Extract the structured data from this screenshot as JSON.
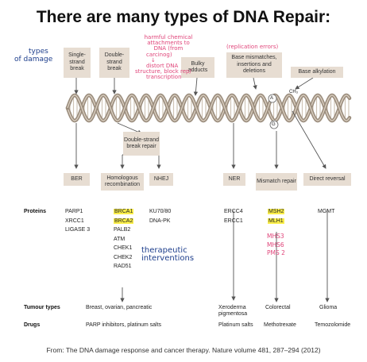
{
  "title": "There are many types of DNA Repair:",
  "damage_types": {
    "single_strand": "Single-strand break",
    "double_strand": "Double-strand break",
    "bulky": "Bulky adducts",
    "mismatches": "Base mismatches, insertions and deletions",
    "alkylation": "Base alkylation",
    "ch3": "CH₃",
    "base_a": "A",
    "base_g": "G"
  },
  "dsb_repair_box": "Double-strand break repair",
  "pathways": {
    "ber": "BER",
    "hr": "Homologous recombination",
    "nhej": "NHEJ",
    "ner": "NER",
    "mmr": "Mismatch repair",
    "dr": "Direct reversal"
  },
  "row_labels": {
    "proteins": "Proteins",
    "tumours": "Tumour types",
    "drugs": "Drugs"
  },
  "proteins": {
    "ber": [
      "PARP1",
      "XRCC1",
      "LIGASE 3"
    ],
    "hr": [
      "BRCA1",
      "BRCA2",
      "PALB2",
      "ATM",
      "CHEK1",
      "CHEK2",
      "RAD51"
    ],
    "nhej": [
      "KU70/80",
      "DNA-PK"
    ],
    "ner": [
      "ERCC4",
      "ERCC1"
    ],
    "mmr": [
      "MSH2",
      "MLH1"
    ],
    "dr": [
      "MGMT"
    ]
  },
  "tumours": {
    "hr": "Breast, ovarian, pancreatic",
    "ner": "Xeroderma pigmentosa",
    "mmr": "Colorectal",
    "dr": "Glioma"
  },
  "drugs": {
    "hr": "PARP inhibitors, platinum salts",
    "ner": "Platinum salts",
    "mmr": "Methotrexate",
    "dr": "Temozolomide"
  },
  "handwriting": {
    "types_line1": "types",
    "types_line2": "of damage",
    "harmful": [
      "harmful chemical",
      "attachments to",
      "DNA (from",
      "carcinog)",
      "↓",
      "distort DNA",
      "structure, block rep/",
      "transcription"
    ],
    "replication": "(replication errors)",
    "therapeutic": [
      "therapeutic",
      "interventions"
    ],
    "mmr_extra": [
      "MHS3",
      "MHS6",
      "PMS 2"
    ]
  },
  "caption": "From: The DNA damage response and cancer therapy. Nature volume 481, 287–294 (2012)",
  "colors": {
    "box": "#e7ddd2",
    "highlight": "#fbef4a",
    "handwriting_pink": "#e0457a",
    "handwriting_navy": "#1d3e8c",
    "dna_strand": "#9a8c7c"
  }
}
